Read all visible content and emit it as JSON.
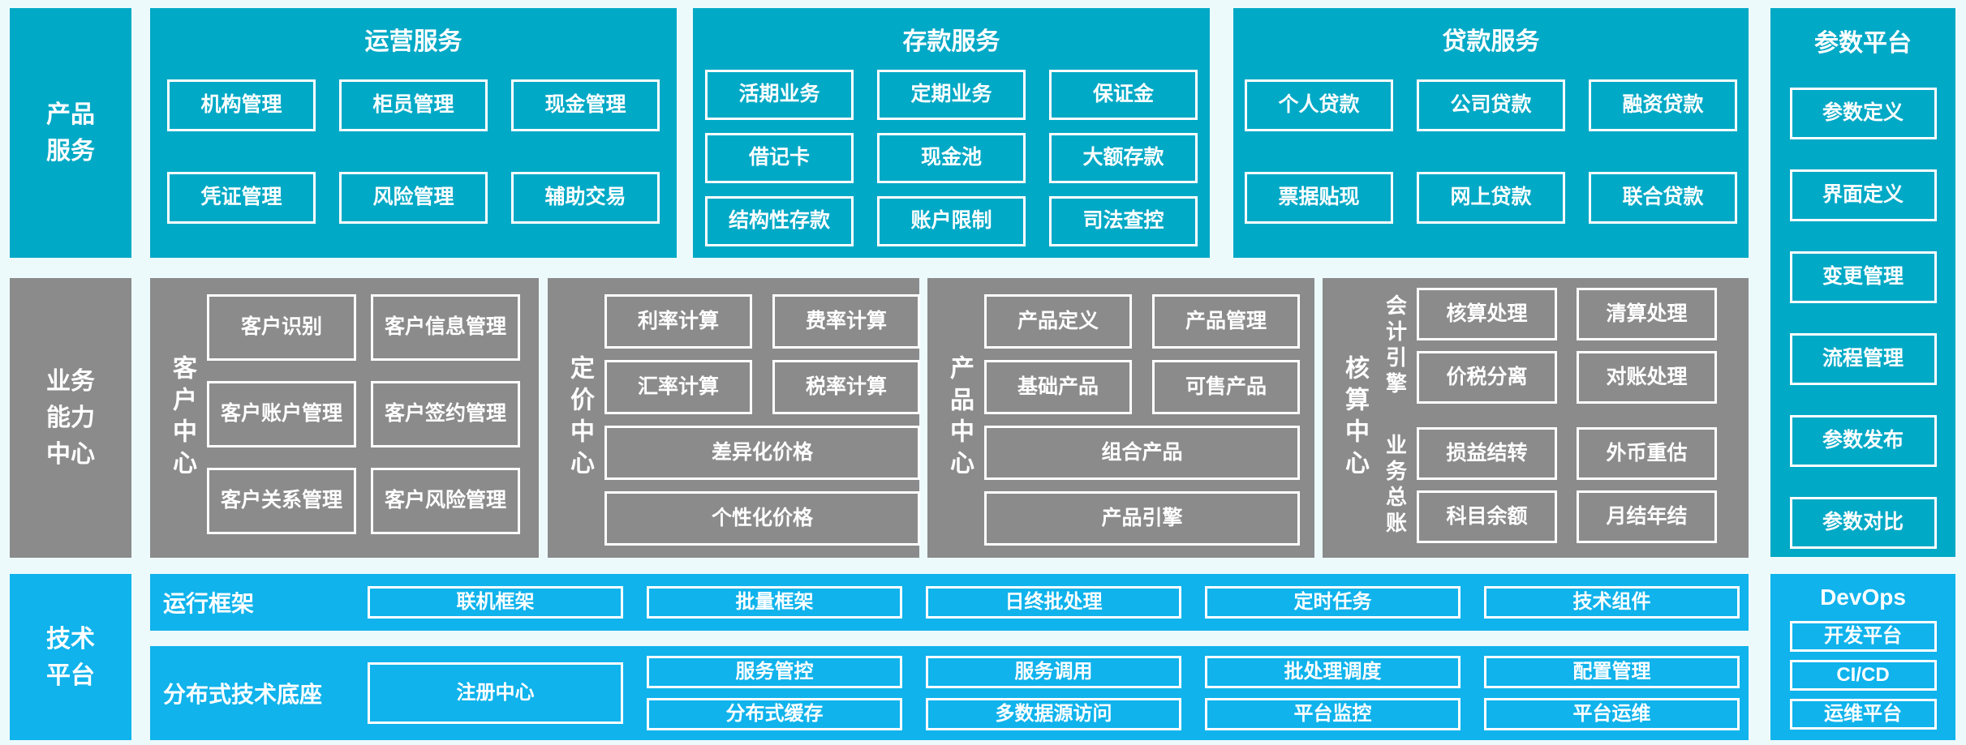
{
  "palette": {
    "cyan": "#00a9c6",
    "blue": "#10b3ec",
    "gray": "#8b8b8b",
    "background": "#edfafc",
    "box_border": "#ffffff"
  },
  "left_rail": {
    "product_label": "产品\n服务",
    "business_label": "业务\n能力\n中心",
    "tech_label": "技术\n平台"
  },
  "top": {
    "ops": {
      "title": "运营服务",
      "items": [
        "机构管理",
        "柜员管理",
        "现金管理",
        "凭证管理",
        "风险管理",
        "辅助交易"
      ]
    },
    "deposit": {
      "title": "存款服务",
      "items": [
        "活期业务",
        "定期业务",
        "保证金",
        "借记卡",
        "现金池",
        "大额存款",
        "结构性存款",
        "账户限制",
        "司法查控"
      ]
    },
    "loan": {
      "title": "贷款服务",
      "items": [
        "个人贷款",
        "公司贷款",
        "融资贷款",
        "票据贴现",
        "网上贷款",
        "联合贷款"
      ]
    }
  },
  "param_platform": {
    "title": "参数平台",
    "items": [
      "参数定义",
      "界面定义",
      "变更管理",
      "流程管理",
      "参数发布",
      "参数对比"
    ]
  },
  "business": {
    "customer": {
      "label": "客户中心",
      "items": [
        "客户识别",
        "客户信息管理",
        "客户账户管理",
        "客户签约管理",
        "客户关系管理",
        "客户风险管理"
      ]
    },
    "pricing": {
      "label": "定价中心",
      "items": [
        "利率计算",
        "费率计算",
        "汇率计算",
        "税率计算"
      ],
      "wide_items": [
        "差异化价格",
        "个性化价格"
      ]
    },
    "product_center": {
      "label": "产品中心",
      "items": [
        "产品定义",
        "产品管理",
        "基础产品",
        "可售产品"
      ],
      "wide_items": [
        "组合产品",
        "产品引擎"
      ]
    },
    "accounting": {
      "label": "核算中心",
      "groups": [
        {
          "label": "会计引擎",
          "items": [
            "核算处理",
            "清算处理",
            "价税分离",
            "对账处理"
          ]
        },
        {
          "label": "业务总账",
          "items": [
            "损益结转",
            "外币重估",
            "科目余额",
            "月结年结"
          ]
        }
      ]
    }
  },
  "tech": {
    "runtime": {
      "label": "运行框架",
      "items": [
        "联机框架",
        "批量框架",
        "日终批处理",
        "定时任务",
        "技术组件"
      ]
    },
    "base": {
      "label": "分布式技术底座",
      "registry": "注册中心",
      "items": [
        "服务管控",
        "服务调用",
        "批处理调度",
        "配置管理",
        "分布式缓存",
        "多数据源访问",
        "平台监控",
        "平台运维"
      ]
    }
  },
  "devops": {
    "title": "DevOps",
    "items": [
      "开发平台",
      "CI/CD",
      "运维平台"
    ]
  }
}
